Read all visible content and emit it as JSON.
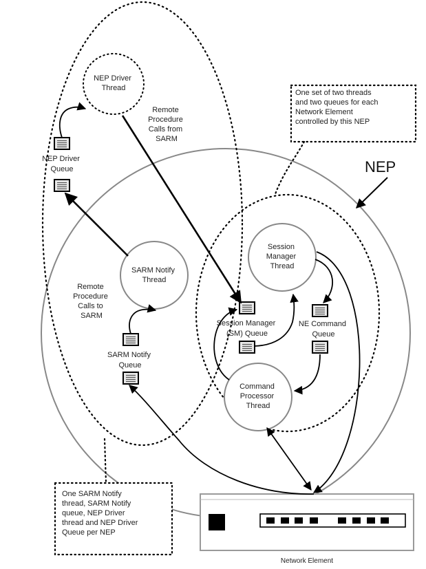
{
  "title": "NEP",
  "threads": {
    "nep_driver": [
      "NEP Driver",
      "Thread"
    ],
    "sarm_notify": [
      "SARM Notify",
      "Thread"
    ],
    "session_manager": [
      "Session",
      "Manager",
      "Thread"
    ],
    "command_processor": [
      "Command",
      "Processor",
      "Thread"
    ]
  },
  "queues": {
    "nep_driver": [
      "NEP Driver",
      "Queue"
    ],
    "sarm_notify": [
      "SARM Notify",
      "Queue"
    ],
    "session_manager": [
      "Session Manager",
      "(SM) Queue"
    ],
    "ne_command": [
      "NE Command",
      "Queue"
    ]
  },
  "rpc_from_sarm": [
    "Remote",
    "Procedure",
    "Calls from",
    "SARM"
  ],
  "rpc_to_sarm": [
    "Remote",
    "Procedure",
    "Calls to",
    "SARM"
  ],
  "note_per_element": [
    "One set of two threads",
    "and two queues for each",
    "Network Element",
    "controlled by this NEP"
  ],
  "note_per_nep": [
    "One SARM Notify",
    "thread, SARM Notify",
    "queue, NEP Driver",
    "thread and NEP Driver",
    "Queue per NEP"
  ],
  "network_element_label": "Network Element"
}
